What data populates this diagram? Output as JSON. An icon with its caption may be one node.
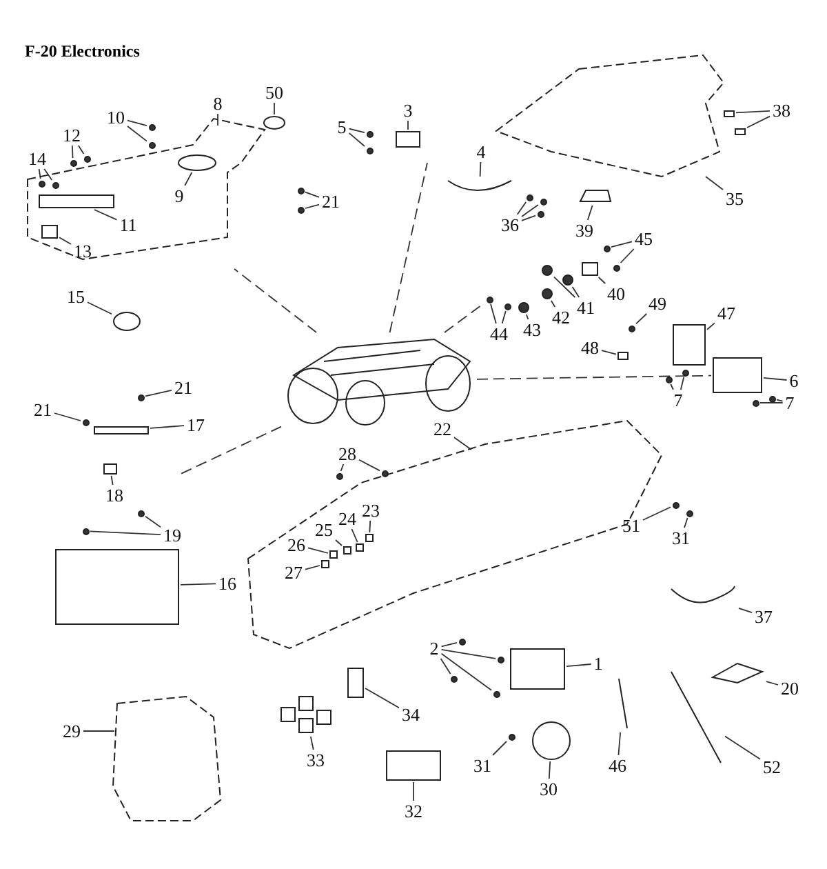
{
  "diagram": {
    "title": "F-20 Electronics",
    "nodes": [
      {
        "text": [],
        "shape": "picture"
      },
      {
        "text": [
          "8"
        ]
      },
      {
        "text": [
          "50"
        ]
      },
      {
        "text": [
          "3"
        ]
      },
      {
        "text": [
          "38"
        ]
      },
      {
        "text": [
          "10"
        ]
      },
      {
        "text": [
          "5"
        ]
      },
      {
        "text": [
          "12"
        ]
      },
      {
        "text": [
          "4"
        ]
      },
      {
        "text": [
          "14"
        ]
      },
      {
        "text": [
          "9"
        ],
        "in": 127
      },
      {
        "text": [
          "35"
        ]
      },
      {
        "text": [
          "21"
        ]
      },
      {
        "text": [
          "36"
        ]
      },
      {
        "text": [
          "11"
        ],
        "in": 127
      },
      {
        "text": [
          "39"
        ]
      },
      {
        "text": [
          "45"
        ]
      },
      {
        "text": [
          "13"
        ],
        "in": 127
      },
      {
        "text": [
          "40"
        ]
      },
      {
        "text": [
          "15"
        ]
      },
      {
        "text": [
          "49"
        ]
      },
      {
        "text": [
          "41"
        ]
      },
      {
        "text": [
          "47"
        ]
      },
      {
        "text": [
          "42"
        ]
      },
      {
        "text": [
          "43"
        ]
      },
      {
        "text": [
          "44"
        ]
      },
      {
        "text": [
          "48"
        ]
      },
      {
        "text": [
          "6"
        ]
      },
      {
        "text": [
          "21"
        ]
      },
      {
        "text": [
          "7"
        ]
      },
      {
        "text": [
          "7"
        ]
      },
      {
        "text": [
          "21"
        ]
      },
      {
        "text": [
          "17"
        ]
      },
      {
        "text": [
          "22"
        ]
      },
      {
        "text": [
          "28"
        ]
      },
      {
        "text": [
          "18"
        ]
      },
      {
        "text": [
          "23"
        ],
        "in": 129
      },
      {
        "text": [
          "24"
        ],
        "in": 129
      },
      {
        "text": [
          "51"
        ]
      },
      {
        "text": [
          "25"
        ],
        "in": 129
      },
      {
        "text": [
          "19"
        ]
      },
      {
        "text": [
          "31"
        ]
      },
      {
        "text": [
          "26"
        ],
        "in": 129
      },
      {
        "text": [
          "27"
        ],
        "in": 129
      },
      {
        "text": [
          "16"
        ]
      },
      {
        "text": [
          "37"
        ]
      },
      {
        "text": [
          "2"
        ]
      },
      {
        "text": [
          "1"
        ]
      },
      {
        "text": [
          "20"
        ]
      },
      {
        "text": [
          "34"
        ]
      },
      {
        "text": [
          "29"
        ]
      },
      {
        "text": [
          "33"
        ]
      },
      {
        "text": [
          "31"
        ]
      },
      {
        "text": [
          "46"
        ]
      },
      {
        "text": [
          "52"
        ]
      },
      {
        "text": [
          "30"
        ]
      },
      {
        "text": [
          "32"
        ]
      },
      {
        "text": [],
        "shape": "circle"
      },
      {
        "text": [],
        "shape": "box"
      },
      {
        "text": [],
        "shape": "box"
      },
      {
        "text": [],
        "shape": "box"
      },
      {
        "text": [],
        "shape": "circle"
      },
      {
        "text": [],
        "shape": "circle"
      },
      {
        "text": [],
        "shape": "circle"
      },
      {
        "text": [],
        "shape": "circle"
      },
      {
        "text": [],
        "shape": "circle"
      },
      {
        "text": [],
        "shape": "circle"
      },
      {
        "text": [],
        "shape": "picture"
      },
      {
        "text": [],
        "shape": "circle",
        "in": 127
      },
      {
        "text": [],
        "shape": "circle",
        "in": 127
      },
      {
        "text": [],
        "shape": "circle",
        "in": 127
      },
      {
        "text": [],
        "shape": "circle"
      },
      {
        "text": [],
        "shape": "circle"
      },
      {
        "text": [],
        "shape": "circle"
      },
      {
        "text": [],
        "shape": "circle"
      },
      {
        "text": [],
        "shape": "circle"
      },
      {
        "text": [],
        "shape": "box",
        "in": 127
      },
      {
        "text": [],
        "shape": "picture"
      },
      {
        "text": [],
        "shape": "circle"
      },
      {
        "text": [],
        "shape": "circle"
      },
      {
        "text": [],
        "shape": "box",
        "in": 127
      },
      {
        "text": [],
        "shape": "box"
      },
      {
        "text": [],
        "shape": "circle"
      },
      {
        "text": [],
        "shape": "circle"
      },
      {
        "text": [],
        "shape": "circle"
      },
      {
        "text": [],
        "shape": "circle"
      },
      {
        "text": [],
        "shape": "box"
      },
      {
        "text": [],
        "shape": "circle"
      },
      {
        "text": [],
        "shape": "circle"
      },
      {
        "text": [],
        "shape": "circle"
      },
      {
        "text": [],
        "shape": "circle"
      },
      {
        "text": [],
        "shape": "box"
      },
      {
        "text": [],
        "shape": "box"
      },
      {
        "text": [],
        "shape": "circle"
      },
      {
        "text": [],
        "shape": "circle"
      },
      {
        "text": [],
        "shape": "circle"
      },
      {
        "text": [],
        "shape": "circle"
      },
      {
        "text": [],
        "shape": "circle"
      },
      {
        "text": [],
        "shape": "circle"
      },
      {
        "text": [],
        "shape": "box"
      },
      {
        "text": [],
        "shape": "circle"
      },
      {
        "text": [],
        "shape": "circle"
      },
      {
        "text": [],
        "shape": "box"
      },
      {
        "text": [],
        "shape": "box",
        "in": 129
      },
      {
        "text": [],
        "shape": "box",
        "in": 129
      },
      {
        "text": [],
        "shape": "circle"
      },
      {
        "text": [],
        "shape": "box",
        "in": 129
      },
      {
        "text": [],
        "shape": "circle"
      },
      {
        "text": [],
        "shape": "circle"
      },
      {
        "text": [],
        "shape": "circle"
      },
      {
        "text": [],
        "shape": "box",
        "in": 129
      },
      {
        "text": [],
        "shape": "box",
        "in": 129
      },
      {
        "text": [],
        "shape": "box"
      },
      {
        "text": [],
        "shape": "picture"
      },
      {
        "text": [],
        "shape": "circle"
      },
      {
        "text": [],
        "shape": "circle"
      },
      {
        "text": [],
        "shape": "circle"
      },
      {
        "text": [],
        "shape": "circle"
      },
      {
        "text": [],
        "shape": "box"
      },
      {
        "text": [],
        "shape": "picture"
      },
      {
        "text": [],
        "shape": "box"
      },
      {
        "text": [],
        "shape": "picture"
      },
      {
        "text": [],
        "shape": "circle"
      },
      {
        "text": [],
        "shape": "picture"
      },
      {
        "text": [],
        "shape": "picture"
      },
      {
        "text": [],
        "shape": "circle"
      },
      {
        "text": [],
        "shape": "box"
      },
      {
        "text": [],
        "shape": "polygon"
      },
      {
        "text": [],
        "shape": "polygon"
      },
      {
        "text": [],
        "shape": "polygon"
      },
      {
        "text": [],
        "shape": "polygon"
      }
    ],
    "edges": [
      {
        "from": 1,
        "to": 127,
        "arrow": "none"
      },
      {
        "from": 2,
        "to": 57,
        "arrow": "none"
      },
      {
        "from": 3,
        "to": 58,
        "arrow": "none"
      },
      {
        "from": 4,
        "to": 59,
        "arrow": "none"
      },
      {
        "from": 4,
        "to": 60,
        "arrow": "none"
      },
      {
        "from": 5,
        "to": 61,
        "arrow": "none"
      },
      {
        "from": 5,
        "to": 62,
        "arrow": "none"
      },
      {
        "from": 6,
        "to": 63,
        "arrow": "none"
      },
      {
        "from": 6,
        "to": 64,
        "arrow": "none"
      },
      {
        "from": 7,
        "to": 65,
        "arrow": "none"
      },
      {
        "from": 7,
        "to": 66,
        "arrow": "none"
      },
      {
        "from": 8,
        "to": 67,
        "arrow": "none"
      },
      {
        "from": 9,
        "to": 68,
        "arrow": "none"
      },
      {
        "from": 9,
        "to": 69,
        "arrow": "none"
      },
      {
        "from": 10,
        "to": 70,
        "arrow": "none"
      },
      {
        "from": 11,
        "to": 128,
        "arrow": "none"
      },
      {
        "from": 12,
        "to": 71,
        "arrow": "none"
      },
      {
        "from": 12,
        "to": 72,
        "arrow": "none"
      },
      {
        "from": 13,
        "to": 73,
        "arrow": "none"
      },
      {
        "from": 13,
        "to": 74,
        "arrow": "none"
      },
      {
        "from": 13,
        "to": 75,
        "arrow": "none"
      },
      {
        "from": 14,
        "to": 76,
        "arrow": "none"
      },
      {
        "from": 15,
        "to": 77,
        "arrow": "none"
      },
      {
        "from": 16,
        "to": 78,
        "arrow": "none"
      },
      {
        "from": 16,
        "to": 79,
        "arrow": "none"
      },
      {
        "from": 17,
        "to": 80,
        "arrow": "none"
      },
      {
        "from": 18,
        "to": 81,
        "arrow": "none"
      },
      {
        "from": 19,
        "to": 82,
        "arrow": "none"
      },
      {
        "from": 20,
        "to": 83,
        "arrow": "none"
      },
      {
        "from": 21,
        "to": 84,
        "arrow": "none"
      },
      {
        "from": 21,
        "to": 85,
        "arrow": "none"
      },
      {
        "from": 22,
        "to": 86,
        "arrow": "none"
      },
      {
        "from": 23,
        "to": 87,
        "arrow": "none"
      },
      {
        "from": 24,
        "to": 88,
        "arrow": "none"
      },
      {
        "from": 25,
        "to": 89,
        "arrow": "none"
      },
      {
        "from": 25,
        "to": 90,
        "arrow": "none"
      },
      {
        "from": 26,
        "to": 91,
        "arrow": "none"
      },
      {
        "from": 27,
        "to": 92,
        "arrow": "none"
      },
      {
        "from": 28,
        "to": 93,
        "arrow": "none"
      },
      {
        "from": 29,
        "to": 94,
        "arrow": "none"
      },
      {
        "from": 29,
        "to": 95,
        "arrow": "none"
      },
      {
        "from": 30,
        "to": 96,
        "arrow": "none"
      },
      {
        "from": 30,
        "to": 97,
        "arrow": "none"
      },
      {
        "from": 31,
        "to": 98,
        "arrow": "none"
      },
      {
        "from": 32,
        "to": 99,
        "arrow": "none"
      },
      {
        "from": 33,
        "to": 129,
        "arrow": "none"
      },
      {
        "from": 34,
        "to": 100,
        "arrow": "none"
      },
      {
        "from": 34,
        "to": 101,
        "arrow": "none"
      },
      {
        "from": 35,
        "to": 102,
        "arrow": "none"
      },
      {
        "from": 36,
        "to": 103,
        "arrow": "none"
      },
      {
        "from": 37,
        "to": 104,
        "arrow": "none"
      },
      {
        "from": 38,
        "to": 105,
        "arrow": "none"
      },
      {
        "from": 39,
        "to": 106,
        "arrow": "none"
      },
      {
        "from": 40,
        "to": 107,
        "arrow": "none"
      },
      {
        "from": 40,
        "to": 108,
        "arrow": "none"
      },
      {
        "from": 41,
        "to": 109,
        "arrow": "none"
      },
      {
        "from": 42,
        "to": 110,
        "arrow": "none"
      },
      {
        "from": 43,
        "to": 111,
        "arrow": "none"
      },
      {
        "from": 44,
        "to": 112,
        "arrow": "none"
      },
      {
        "from": 45,
        "to": 113,
        "arrow": "none"
      },
      {
        "from": 46,
        "to": 114,
        "arrow": "none"
      },
      {
        "from": 46,
        "to": 115,
        "arrow": "none"
      },
      {
        "from": 46,
        "to": 116,
        "arrow": "none"
      },
      {
        "from": 46,
        "to": 117,
        "arrow": "none"
      },
      {
        "from": 47,
        "to": 118,
        "arrow": "none"
      },
      {
        "from": 48,
        "to": 119,
        "arrow": "none"
      },
      {
        "from": 49,
        "to": 120,
        "arrow": "none"
      },
      {
        "from": 50,
        "to": 130,
        "arrow": "none"
      },
      {
        "from": 51,
        "to": 121,
        "arrow": "none"
      },
      {
        "from": 52,
        "to": 122,
        "arrow": "none"
      },
      {
        "from": 53,
        "to": 123,
        "arrow": "none"
      },
      {
        "from": 54,
        "to": 124,
        "arrow": "none"
      },
      {
        "from": 55,
        "to": 125,
        "arrow": "none"
      },
      {
        "from": 56,
        "to": 126,
        "arrow": "none"
      },
      {
        "from": 0,
        "to": null,
        "arrow": "none",
        "style": "dashed"
      },
      {
        "from": 0,
        "to": null,
        "arrow": "none",
        "style": "dashed"
      },
      {
        "from": 0,
        "to": 89,
        "arrow": "none",
        "style": "dashed"
      },
      {
        "from": 0,
        "to": 92,
        "arrow": "none",
        "style": "dashed"
      },
      {
        "from": 0,
        "to": null,
        "arrow": "none",
        "style": "dashed"
      }
    ]
  }
}
